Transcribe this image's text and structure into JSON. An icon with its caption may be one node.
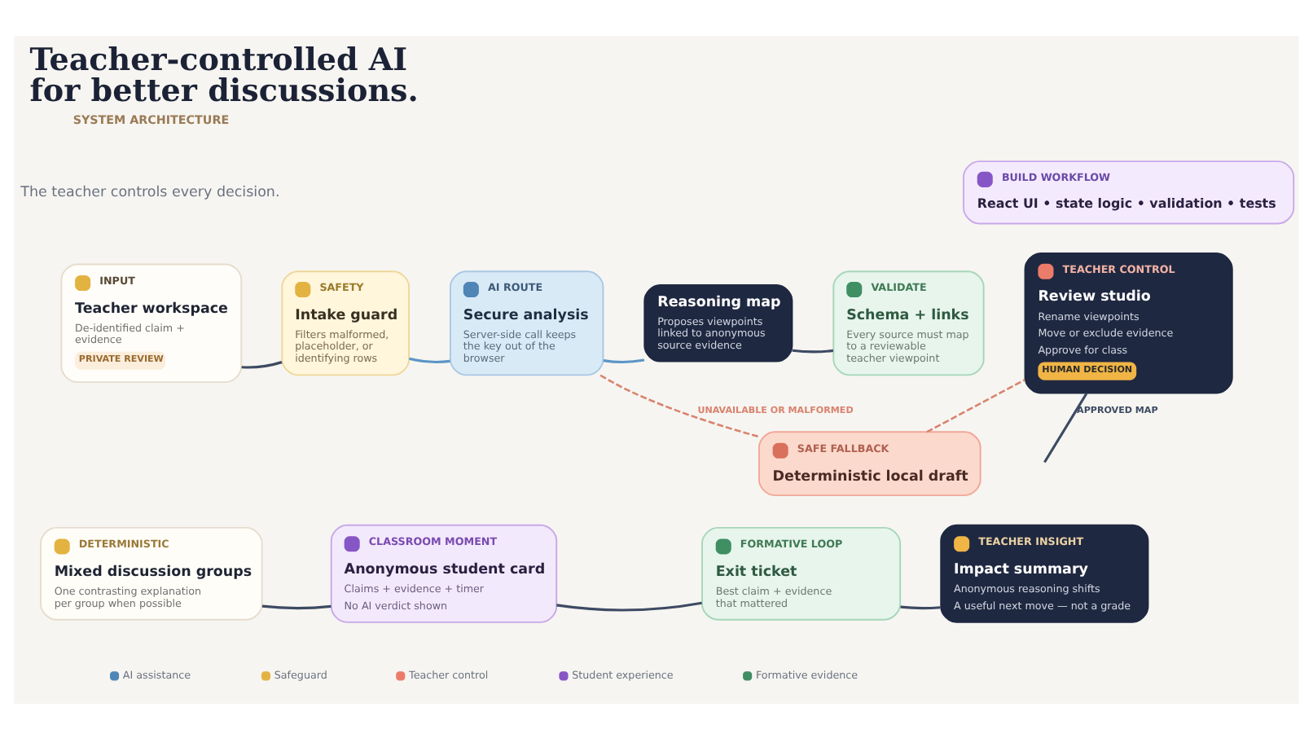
{
  "diagram": {
    "title": "Teacher-controlled AI for better discussions.",
    "nodes": [
      {
        "text": [
          "BUILD WORKFLOW",
          "React UI • state logic • validation • tests"
        ]
      },
      {
        "text": [
          "INPUT",
          "Teacher workspace",
          "De-identified claim + evidence",
          "PRIVATE REVIEW"
        ]
      },
      {
        "text": [
          "SAFETY",
          "Intake guard",
          "Filters malformed, placeholder, or identifying rows"
        ]
      },
      {
        "text": [
          "AI ROUTE",
          "Secure analysis",
          "Server-side call keeps the key out of the browser"
        ]
      },
      {
        "text": [
          "Reasoning map",
          "Proposes viewpoints linked to anonymous source evidence"
        ]
      },
      {
        "text": [
          "VALIDATE",
          "Schema + links",
          "Every source must map to a reviewable teacher viewpoint"
        ]
      },
      {
        "text": [
          "TEACHER CONTROL",
          "Review studio",
          "Rename viewpoints",
          "Move or exclude evidence",
          "Approve for class",
          "HUMAN DECISION"
        ]
      },
      {
        "text": [
          "SAFE FALLBACK",
          "Deterministic local draft"
        ]
      },
      {
        "text": [
          "DETERMINISTIC",
          "Mixed discussion groups",
          "One contrasting explanation per group when possible"
        ]
      },
      {
        "text": [
          "CLASSROOM MOMENT",
          "Anonymous student card",
          "Claims + evidence + timer",
          "No AI verdict shown"
        ]
      },
      {
        "text": [
          "FORMATIVE LOOP",
          "Exit ticket",
          "Best claim + evidence that mattered"
        ]
      },
      {
        "text": [
          "TEACHER INSIGHT",
          "Impact summary",
          "Anonymous reasoning shifts",
          "A useful next move — not a grade"
        ]
      }
    ],
    "edges": [
      {
        "from": 1,
        "to": 2,
        "arrow": "none"
      },
      {
        "from": 2,
        "to": 3,
        "arrow": "none",
        "color": "#5b95c6"
      },
      {
        "from": 3,
        "to": 4,
        "arrow": "none",
        "color": "#5b95c6"
      },
      {
        "from": 4,
        "to": 5,
        "arrow": "none"
      },
      {
        "from": 3,
        "to": 7,
        "arrow": "none",
        "label": "UNAVAILABLE OR MALFORMED",
        "style": "dashed",
        "color": "#d9826e"
      },
      {
        "from": 7,
        "to": 6,
        "arrow": "none",
        "style": "dashed",
        "color": "#d9826e"
      },
      {
        "from": 6,
        "to": null,
        "arrow": "none",
        "label": "APPROVED MAP"
      },
      {
        "from": 8,
        "to": 9,
        "arrow": "none"
      },
      {
        "from": 9,
        "to": 10,
        "arrow": "none"
      },
      {
        "from": 10,
        "to": 11,
        "arrow": "none"
      }
    ],
    "labels": [
      "SYSTEM ARCHITECTURE",
      "The teacher controls every decision."
    ],
    "legend": [
      {
        "text": "AI assistance",
        "color": "#4f86b5"
      },
      {
        "text": "Safeguard",
        "color": "#e3b341"
      },
      {
        "text": "Teacher control",
        "color": "#ec7c6a"
      },
      {
        "text": "Student experience",
        "color": "#8756c6"
      },
      {
        "text": "Formative evidence",
        "color": "#3f8f63"
      }
    ]
  }
}
